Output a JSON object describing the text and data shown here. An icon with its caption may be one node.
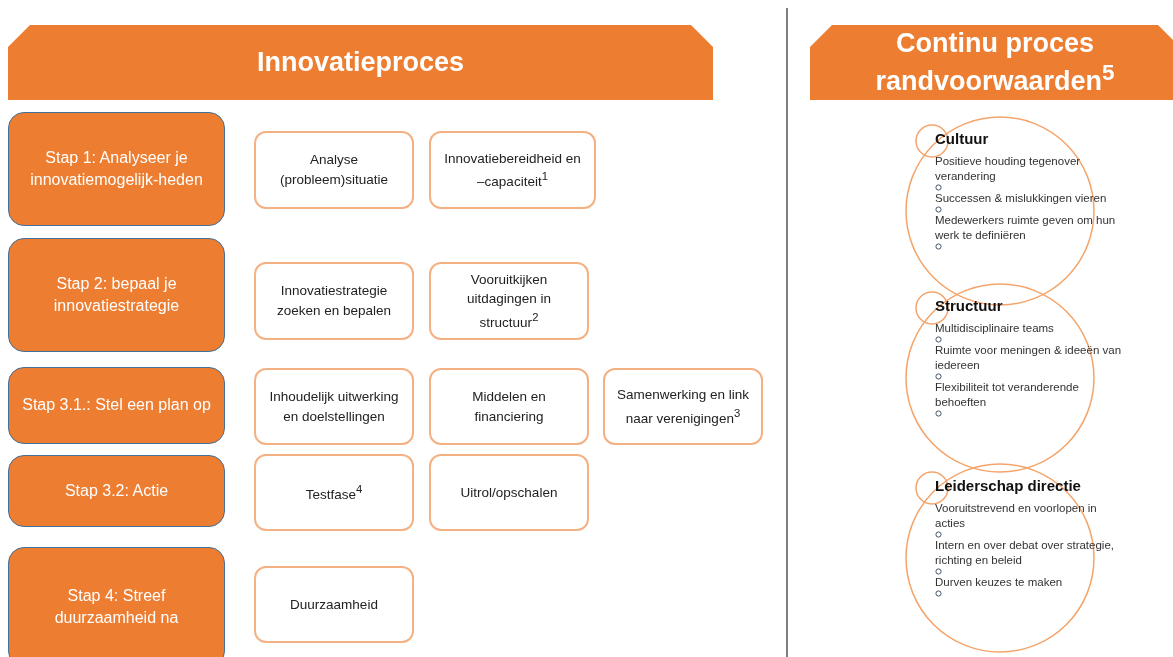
{
  "diagram": {
    "nodes": [
      {
        "text": [
          "Innovatieproces"
        ]
      },
      {
        "text": [
          "Stap 1: Analyseer je innovatiemogelijk-heden"
        ]
      },
      {
        "text": [
          "Analyse (probleem)situatie"
        ]
      },
      {
        "text": [
          "Innovatiebereidheid en –capaciteit$^{1}$"
        ]
      },
      {
        "text": [
          "Stap 2: bepaal je innovatiestrategie"
        ]
      },
      {
        "text": [
          "Innovatiestrategie zoeken en bepalen"
        ]
      },
      {
        "text": [
          "Vooruitkijken uitdagingen in structuur$^{2}$"
        ]
      },
      {
        "text": [
          "Stap 3.1.: Stel een plan op"
        ]
      },
      {
        "text": [
          "Inhoudelijk uitwerking en doelstellingen"
        ]
      },
      {
        "text": [
          "Middelen en financiering"
        ]
      },
      {
        "text": [
          "Samenwerking en link naar verenigingen$^{3}$"
        ]
      },
      {
        "text": [
          "Stap 3.2: Actie"
        ]
      },
      {
        "text": [
          "Testfase$^{4}$"
        ]
      },
      {
        "text": [
          "Uitrol/opschalen"
        ]
      },
      {
        "text": [
          "Stap 4: Streef duurzaamheid na"
        ]
      },
      {
        "text": [
          "Duurzaamheid"
        ]
      },
      {
        "text": [
          "Continu proces randvoorwaarden$^{5}$"
        ]
      },
      {
        "text": [
          "Cultuur",
          "Positieve houding tegenover verandering",
          "Successen & mislukkingen vieren",
          "Medewerkers ruimte geven om hun werk te definiëren"
        ]
      },
      {
        "text": [
          "Structuur",
          "Multidisciplinaire teams",
          "Ruimte voor meningen & ideeën van iedereen",
          "Flexibiliteit tot veranderende behoeften"
        ]
      },
      {
        "text": [
          "Leiderschap directie",
          "Vooruitstrevend en voorlopen in acties",
          "Intern en over debat over strategie, richting en beleid",
          "Durven keuzes te maken"
        ]
      }
    ]
  }
}
